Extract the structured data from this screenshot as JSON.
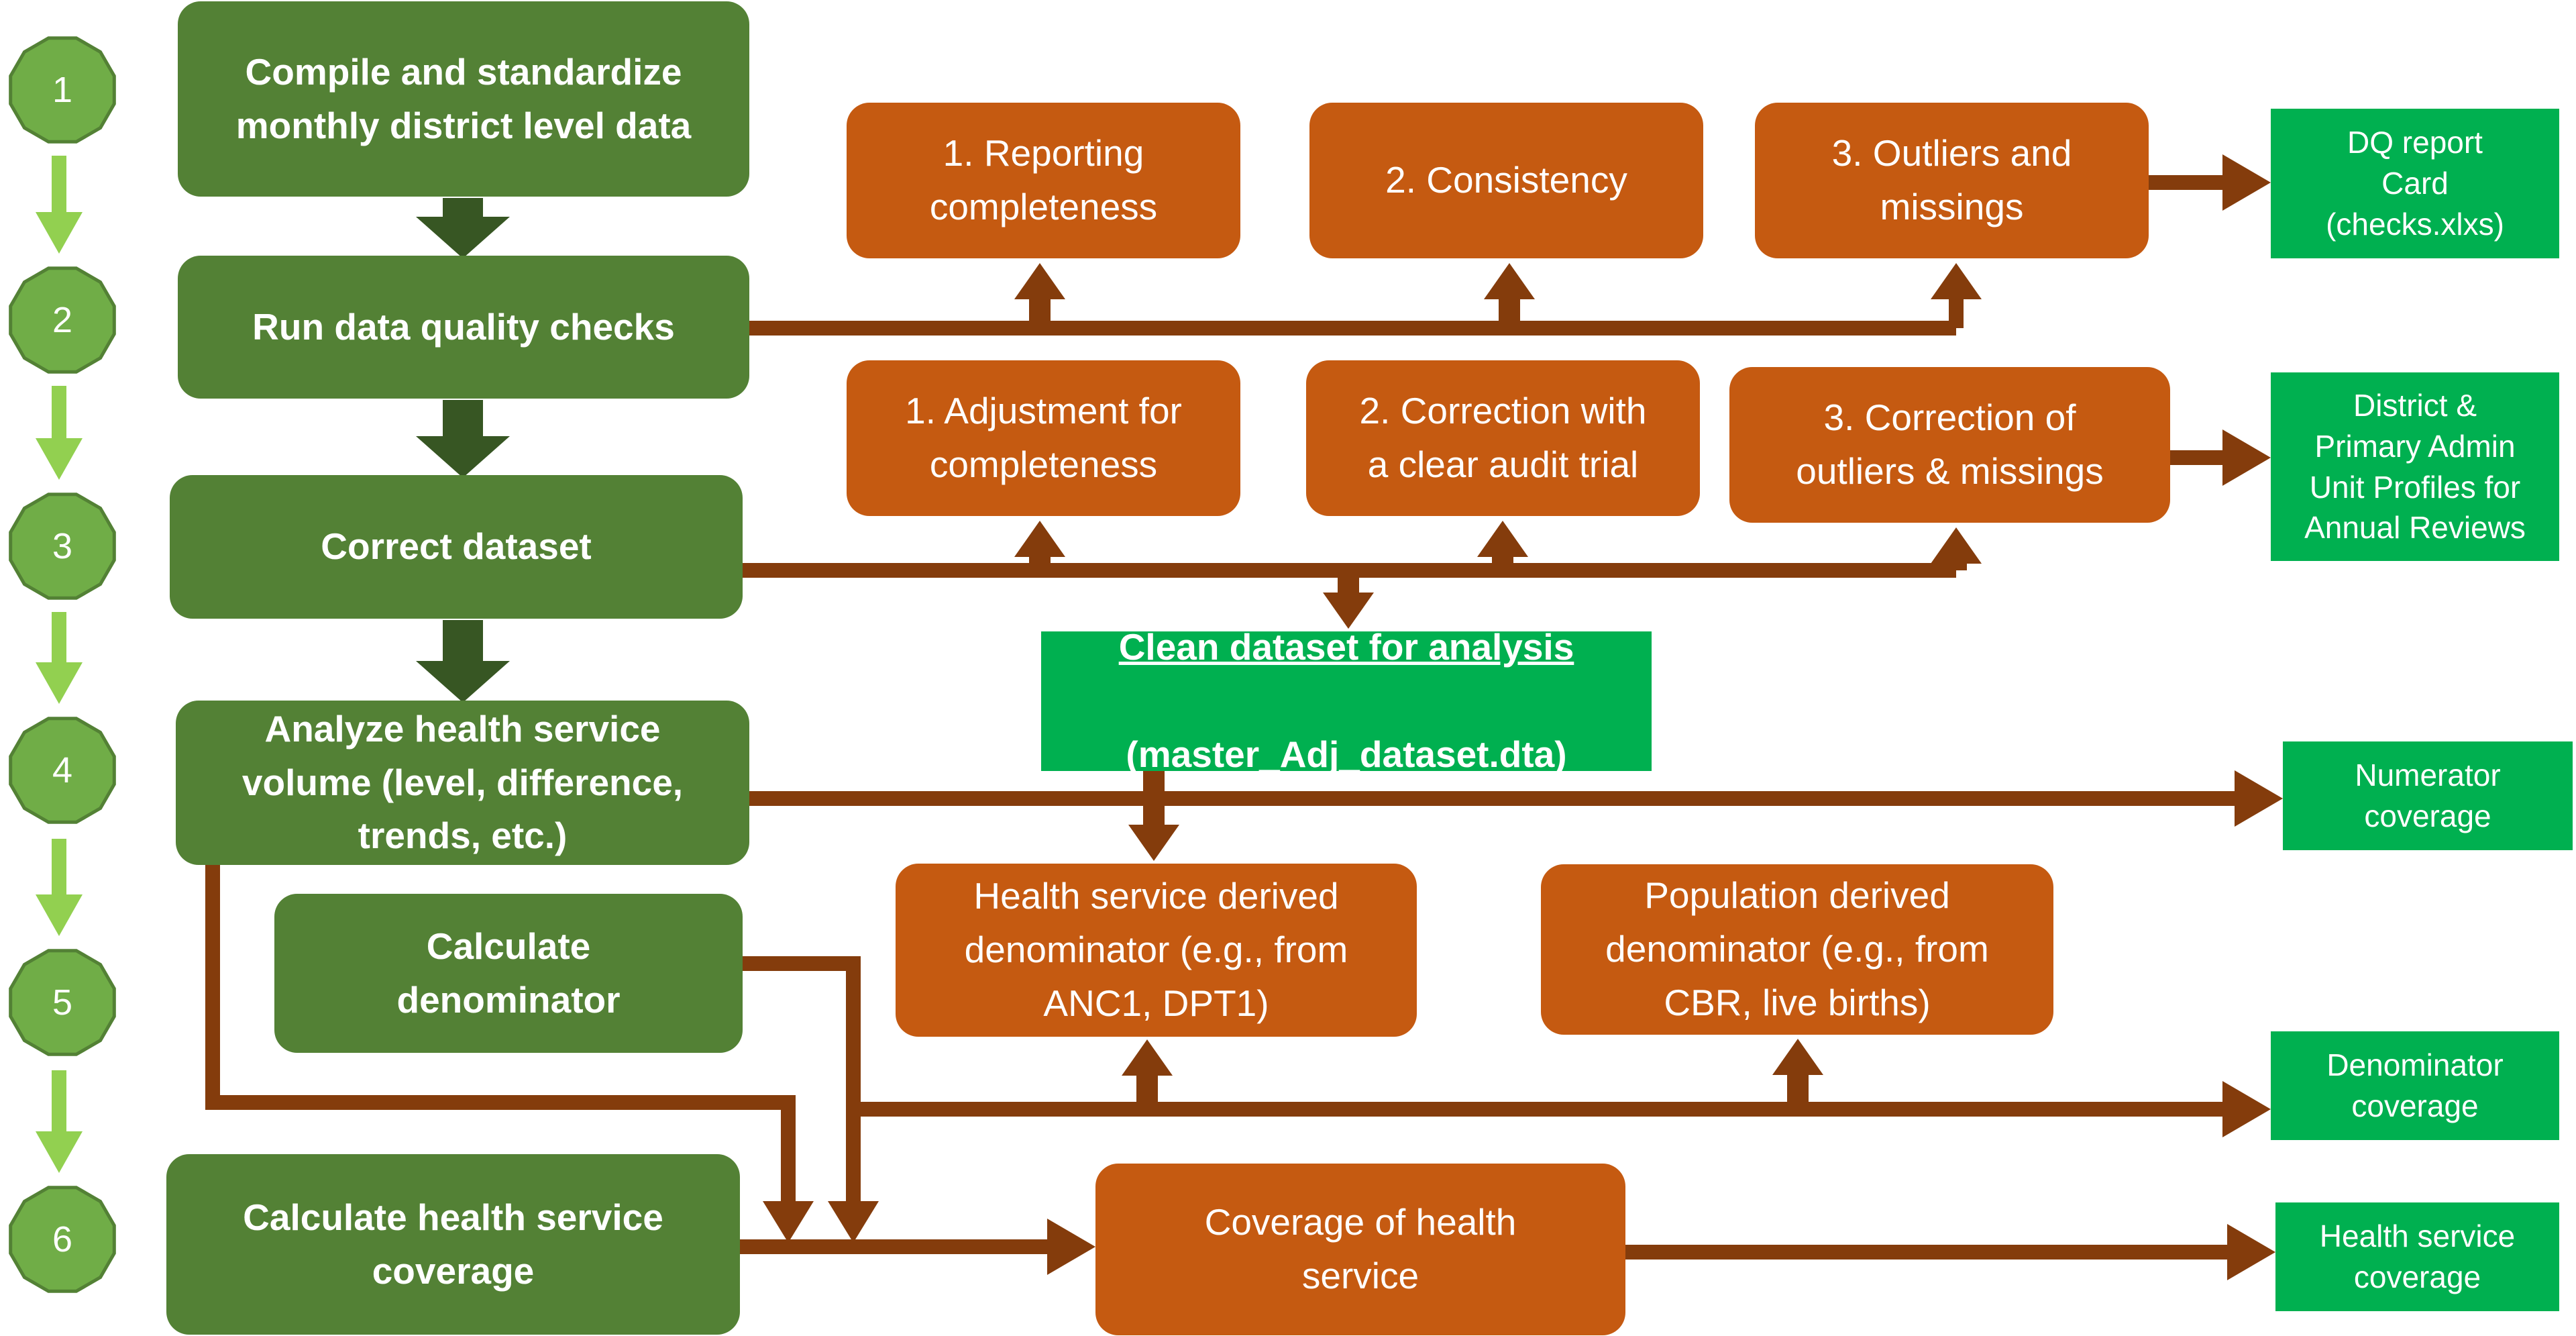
{
  "steps": {
    "s1": "1",
    "s2": "2",
    "s3": "3",
    "s4": "4",
    "s5": "5",
    "s6": "6"
  },
  "colors": {
    "step_green": "#538135",
    "process_orange": "#c55a11",
    "output_green": "#00b050",
    "light_arrow": "#92d050",
    "dark_arrow": "#375623",
    "connector_brown": "#843c0c"
  },
  "main": {
    "compile": "Compile and standardize\nmonthly district level data",
    "run_checks": "Run data quality checks",
    "correct": "Correct dataset",
    "analyze": "Analyze health service\nvolume (level, difference,\ntrends, etc.)",
    "denominator": "Calculate\ndenominator",
    "coverage": "Calculate health service\ncoverage"
  },
  "checks": {
    "completeness": "1. Reporting\ncompleteness",
    "consistency": "2. Consistency",
    "outliers": "3. Outliers and\nmissings"
  },
  "corrections": {
    "adjustment": "1. Adjustment for\ncompleteness",
    "audit": "2. Correction with\na clear audit trial",
    "outliers": "3. Correction of\noutliers & missings"
  },
  "clean": {
    "title": "Clean dataset for analysis",
    "file": "(master_Adj_dataset.dta)"
  },
  "denominators": {
    "health_service": "Health service derived\ndenominator (e.g., from\nANC1, DPT1)",
    "population": "Population derived\ndenominator (e.g., from\nCBR, live births)"
  },
  "coverage_box": "Coverage of health\nservice",
  "outputs": {
    "dq_card": "DQ report\nCard\n(checks.xlxs)",
    "profiles": "District &\nPrimary Admin\nUnit Profiles for\nAnnual Reviews",
    "numerator": "Numerator\ncoverage",
    "denominator": "Denominator\ncoverage",
    "health_coverage": "Health service\ncoverage"
  }
}
